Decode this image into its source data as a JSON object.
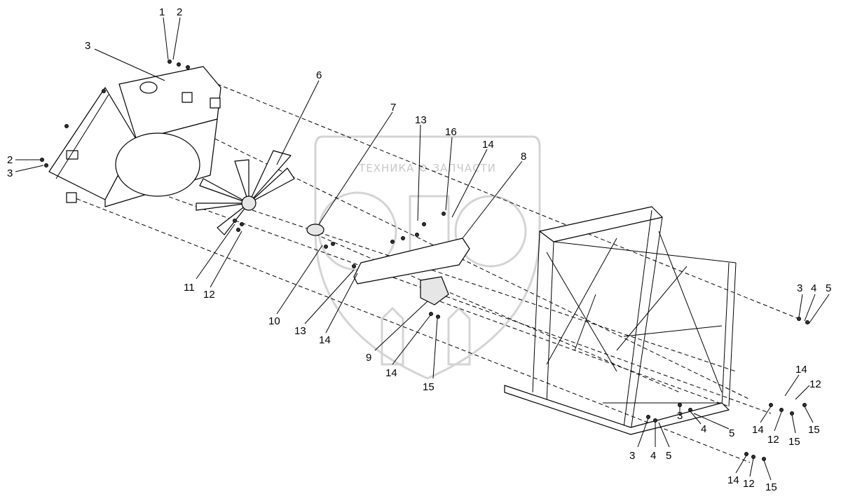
{
  "watermark": {
    "text": "ТЕХНИКА ⚙ ЗАПЧАСТИ",
    "logo": "ЭПФ"
  },
  "callouts": [
    {
      "text": "1"
    },
    {
      "text": "2"
    },
    {
      "text": "3"
    },
    {
      "text": "2"
    },
    {
      "text": "3"
    },
    {
      "text": "6"
    },
    {
      "text": "7"
    },
    {
      "text": "13"
    },
    {
      "text": "16"
    },
    {
      "text": "14"
    },
    {
      "text": "8"
    },
    {
      "text": "11"
    },
    {
      "text": "12"
    },
    {
      "text": "10"
    },
    {
      "text": "13"
    },
    {
      "text": "14"
    },
    {
      "text": "9"
    },
    {
      "text": "14"
    },
    {
      "text": "15"
    },
    {
      "text": "3"
    },
    {
      "text": "4"
    },
    {
      "text": "5"
    },
    {
      "text": "14"
    },
    {
      "text": "12"
    },
    {
      "text": "14"
    },
    {
      "text": "12"
    },
    {
      "text": "15"
    },
    {
      "text": "15"
    },
    {
      "text": "3"
    },
    {
      "text": "4"
    },
    {
      "text": "5"
    },
    {
      "text": "3"
    },
    {
      "text": "4"
    },
    {
      "text": "5"
    },
    {
      "text": "14"
    },
    {
      "text": "12"
    },
    {
      "text": "15"
    }
  ]
}
